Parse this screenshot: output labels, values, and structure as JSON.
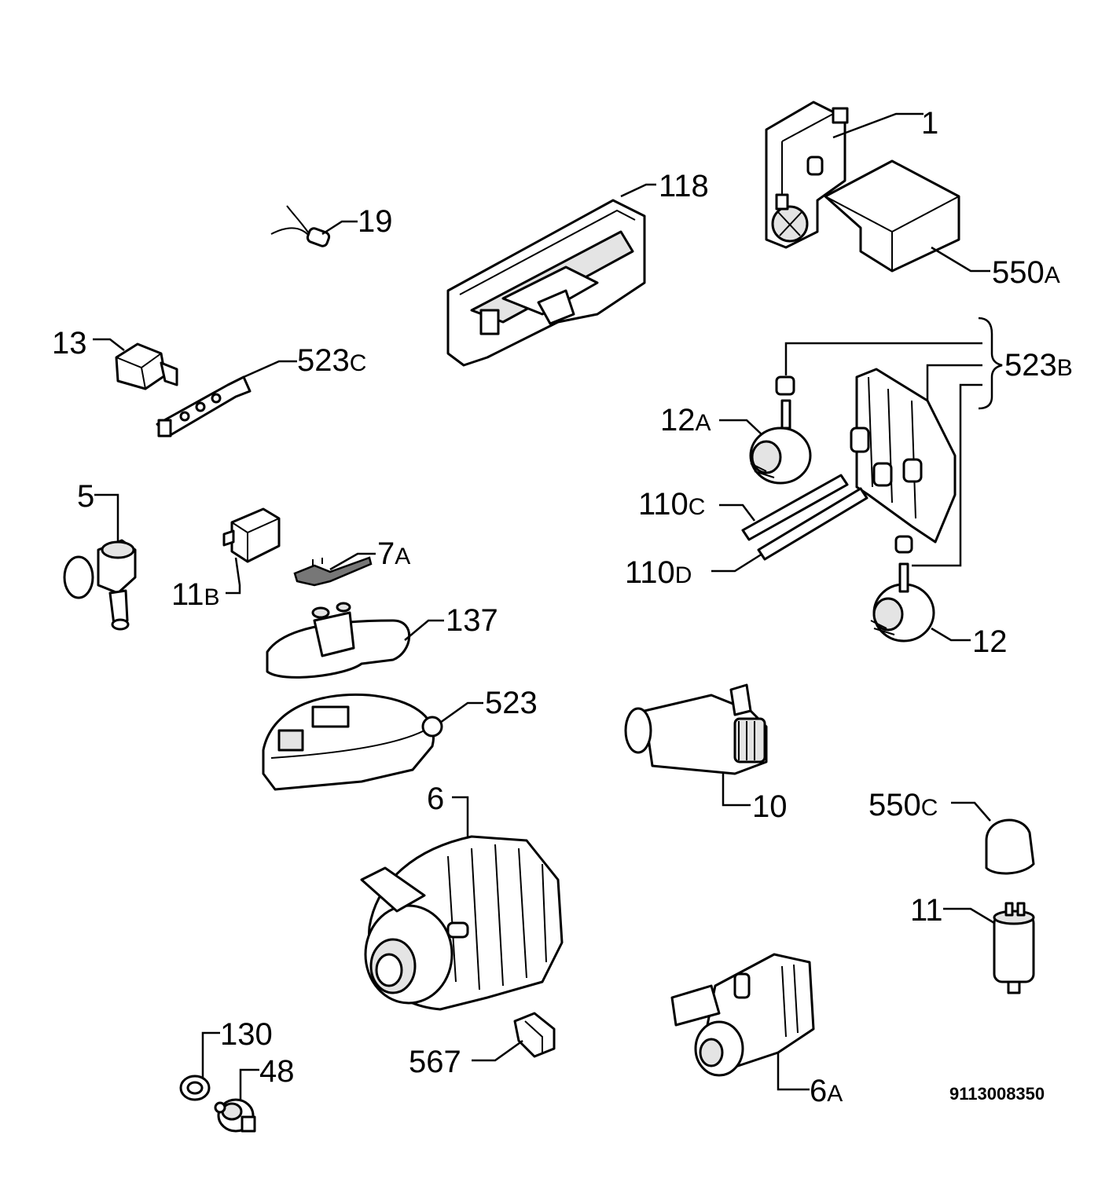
{
  "diagram": {
    "drawing_number": "9113008350",
    "labels": [
      {
        "key": "p1",
        "main": "1",
        "sub": ""
      },
      {
        "key": "p118",
        "main": "118",
        "sub": ""
      },
      {
        "key": "p19",
        "main": "19",
        "sub": ""
      },
      {
        "key": "p550a",
        "main": "550",
        "sub": "A"
      },
      {
        "key": "p13",
        "main": "13",
        "sub": ""
      },
      {
        "key": "p523c",
        "main": "523",
        "sub": "C"
      },
      {
        "key": "p523b",
        "main": "523",
        "sub": "B"
      },
      {
        "key": "p12a",
        "main": "12",
        "sub": "A"
      },
      {
        "key": "p5",
        "main": "5",
        "sub": ""
      },
      {
        "key": "p7a",
        "main": "7",
        "sub": "A"
      },
      {
        "key": "p110c",
        "main": "110",
        "sub": "C"
      },
      {
        "key": "p11b",
        "main": "11",
        "sub": "B"
      },
      {
        "key": "p110d",
        "main": "110",
        "sub": "D"
      },
      {
        "key": "p137",
        "main": "137",
        "sub": ""
      },
      {
        "key": "p12",
        "main": "12",
        "sub": ""
      },
      {
        "key": "p523",
        "main": "523",
        "sub": ""
      },
      {
        "key": "p6",
        "main": "6",
        "sub": ""
      },
      {
        "key": "p10",
        "main": "10",
        "sub": ""
      },
      {
        "key": "p550c",
        "main": "550",
        "sub": "C"
      },
      {
        "key": "p11",
        "main": "11",
        "sub": ""
      },
      {
        "key": "p130",
        "main": "130",
        "sub": ""
      },
      {
        "key": "p48",
        "main": "48",
        "sub": ""
      },
      {
        "key": "p567",
        "main": "567",
        "sub": ""
      },
      {
        "key": "p6a",
        "main": "6",
        "sub": "A"
      }
    ]
  }
}
